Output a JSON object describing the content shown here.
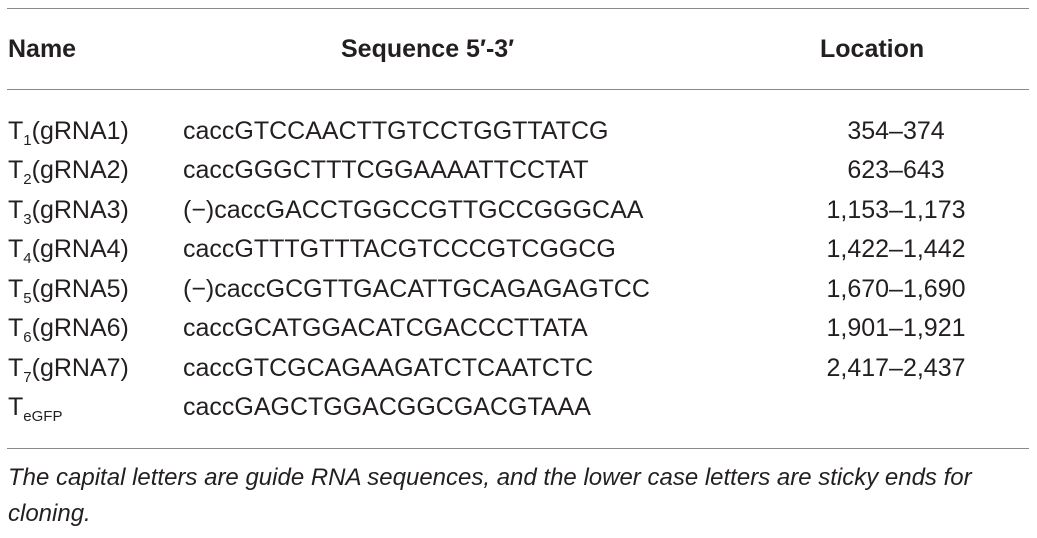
{
  "table": {
    "headers": {
      "name": "Name",
      "sequence": "Sequence 5′-3′",
      "location": "Location"
    },
    "rows": [
      {
        "prefix": "T",
        "sub": "1",
        "suffix": "(gRNA1)",
        "sequence": "caccGTCCAACTTGTCCTGGTTATCG",
        "location": "354–374"
      },
      {
        "prefix": "T",
        "sub": "2",
        "suffix": "(gRNA2)",
        "sequence": "caccGGGCTTTCGGAAAATTCCTAT",
        "location": "623–643"
      },
      {
        "prefix": "T",
        "sub": "3",
        "suffix": "(gRNA3)",
        "sequence": "(−)caccGACCTGGCCGTTGCCGGGCAA",
        "location": "1,153–1,173"
      },
      {
        "prefix": "T",
        "sub": "4",
        "suffix": "(gRNA4)",
        "sequence": "caccGTTTGTTTACGTCCCGTCGGCG",
        "location": "1,422–1,442"
      },
      {
        "prefix": "T",
        "sub": "5",
        "suffix": "(gRNA5)",
        "sequence": "(−)caccGCGTTGACATTGCAGAGAGTCC",
        "location": "1,670–1,690"
      },
      {
        "prefix": "T",
        "sub": "6",
        "suffix": "(gRNA6)",
        "sequence": "caccGCATGGACATCGACCCTTATA",
        "location": "1,901–1,921"
      },
      {
        "prefix": "T",
        "sub": "7",
        "suffix": "(gRNA7)",
        "sequence": "caccGTCGCAGAAGATCTCAATCTC",
        "location": "2,417–2,437"
      },
      {
        "prefix": "T",
        "sub": "eGFP",
        "suffix": "",
        "sequence": "caccGAGCTGGACGGCGACGTAAA",
        "location": ""
      }
    ]
  },
  "footnote": "The capital letters are guide RNA sequences, and the lower case letters are sticky ends for cloning."
}
